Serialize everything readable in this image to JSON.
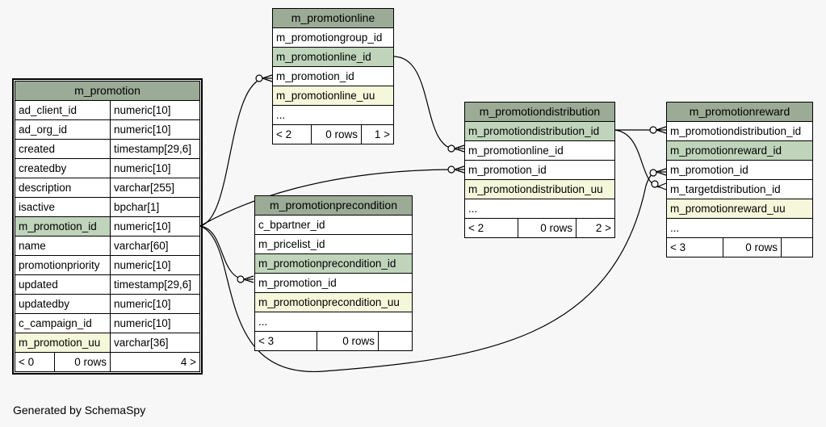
{
  "footer": "Generated by SchemaSpy",
  "tables": {
    "m_promotion": {
      "name": "m_promotion",
      "columns": [
        {
          "name": "ad_client_id",
          "type": "numeric[10]"
        },
        {
          "name": "ad_org_id",
          "type": "numeric[10]"
        },
        {
          "name": "created",
          "type": "timestamp[29,6]"
        },
        {
          "name": "createdby",
          "type": "numeric[10]"
        },
        {
          "name": "description",
          "type": "varchar[255]"
        },
        {
          "name": "isactive",
          "type": "bpchar[1]"
        },
        {
          "name": "m_promotion_id",
          "type": "numeric[10]"
        },
        {
          "name": "name",
          "type": "varchar[60]"
        },
        {
          "name": "promotionpriority",
          "type": "numeric[10]"
        },
        {
          "name": "updated",
          "type": "timestamp[29,6]"
        },
        {
          "name": "updatedby",
          "type": "numeric[10]"
        },
        {
          "name": "c_campaign_id",
          "type": "numeric[10]"
        },
        {
          "name": "m_promotion_uu",
          "type": "varchar[36]"
        }
      ],
      "footer": {
        "parents": "< 0",
        "rows": "0 rows",
        "children": "4 >"
      }
    },
    "m_promotionline": {
      "name": "m_promotionline",
      "columns": [
        "m_promotiongroup_id",
        "m_promotionline_id",
        "m_promotion_id",
        "m_promotionline_uu",
        "..."
      ],
      "footer": {
        "parents": "< 2",
        "rows": "0 rows",
        "children": "1 >"
      }
    },
    "m_promotionprecondition": {
      "name": "m_promotionprecondition",
      "columns": [
        "c_bpartner_id",
        "m_pricelist_id",
        "m_promotionprecondition_id",
        "m_promotion_id",
        "m_promotionprecondition_uu",
        "..."
      ],
      "footer": {
        "parents": "< 3",
        "rows": "0 rows",
        "children": ""
      }
    },
    "m_promotiondistribution": {
      "name": "m_promotiondistribution",
      "columns": [
        "m_promotiondistribution_id",
        "m_promotionline_id",
        "m_promotion_id",
        "m_promotiondistribution_uu",
        "..."
      ],
      "footer": {
        "parents": "< 2",
        "rows": "0 rows",
        "children": "2 >"
      }
    },
    "m_promotionreward": {
      "name": "m_promotionreward",
      "columns": [
        "m_promotiondistribution_id",
        "m_promotionreward_id",
        "m_promotion_id",
        "m_targetdistribution_id",
        "m_promotionreward_uu",
        "..."
      ],
      "footer": {
        "parents": "< 3",
        "rows": "0 rows",
        "children": ""
      }
    }
  }
}
